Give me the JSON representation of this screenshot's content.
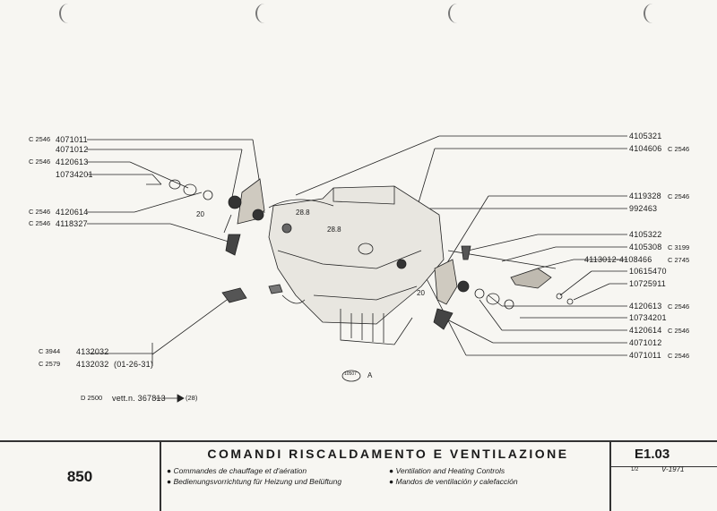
{
  "labels_left": [
    {
      "code": "C 2546",
      "part": "4071011"
    },
    {
      "code": "",
      "part": "4071012"
    },
    {
      "code": "C 2546",
      "part": "4120613"
    },
    {
      "code": "",
      "part": "10734201"
    },
    {
      "code": "C 2546",
      "part": "4120614"
    },
    {
      "code": "C 2546",
      "part": "4118327"
    }
  ],
  "labels_right": [
    {
      "part": "4105321",
      "code": ""
    },
    {
      "part": "4104606",
      "code": "C 2546"
    },
    {
      "part": "4119328",
      "code": "C 2546"
    },
    {
      "part": "992463",
      "code": ""
    },
    {
      "part": "4105322",
      "code": ""
    },
    {
      "part": "4105308",
      "code": "C 3199"
    },
    {
      "part": "4113012-4108466",
      "code": "C 2745"
    },
    {
      "part": "10615470",
      "code": ""
    },
    {
      "part": "10725911",
      "code": ""
    },
    {
      "part": "4120613",
      "code": "C 2546"
    },
    {
      "part": "10734201",
      "code": ""
    },
    {
      "part": "4120614",
      "code": "C 2546"
    },
    {
      "part": "4071012",
      "code": ""
    },
    {
      "part": "4071011",
      "code": "C 2546"
    }
  ],
  "bottom_left": [
    {
      "code": "C 3944",
      "part": "4132032"
    },
    {
      "code": "C 2579",
      "part": "4132032",
      "note": "(01-26-31)"
    }
  ],
  "vett_note": {
    "code": "D 2500",
    "text": "vett.n. 367813",
    "ref": "(28)"
  },
  "diagram_refs": {
    "r20a": "20",
    "r20b": "20",
    "r288a": "28.8",
    "r288b": "28.8",
    "fig": "10507",
    "figA": "A"
  },
  "footer": {
    "model": "850",
    "title": "COMANDI RISCALDAMENTO E VENTILAZIONE",
    "fr": "Commandes de chauffage et d'aération",
    "de": "Bedienungsvorrichtung für Heizung und Belüftung",
    "en": "Ventilation and Heating Controls",
    "es": "Mandos de ventilación y calefacción",
    "sheet": "E1.03",
    "page": "1/2",
    "date": "V-1971"
  }
}
